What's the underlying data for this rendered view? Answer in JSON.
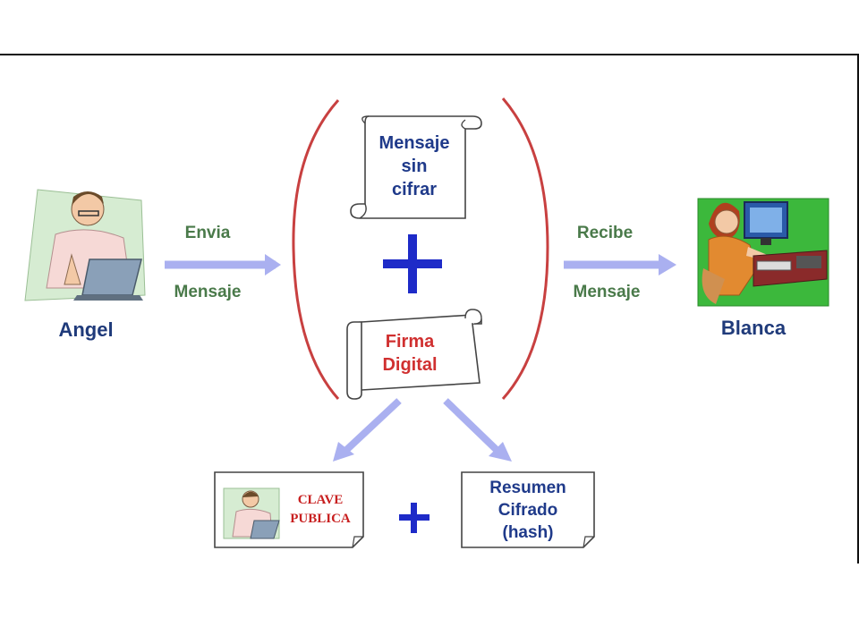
{
  "sender": {
    "name": "Angel"
  },
  "receiver": {
    "name": "Blanca"
  },
  "send_arrow": {
    "top": "Envia",
    "bottom": "Mensaje"
  },
  "receive_arrow": {
    "top": "Recibe",
    "bottom": "Mensaje"
  },
  "message_scroll": {
    "line1": "Mensaje",
    "line2": "sin",
    "line3": "cifrar"
  },
  "signature_scroll": {
    "line1": "Firma",
    "line2": "Digital"
  },
  "public_key_card": {
    "line1": "CLAVE",
    "line2": "PUBLICA"
  },
  "hash_card": {
    "line1": "Resumen",
    "line2": "Cifrado",
    "line3": "(hash)"
  },
  "colors": {
    "label_green": "#4a7a4a",
    "name_blue": "#1f3a7a",
    "scroll_text_blue": "#1f3a8a",
    "signature_red": "#d03030",
    "bracket_red": "#c84040",
    "plus_blue": "#1e2bc8",
    "arrow_lavender": "#aab0f0",
    "key_red": "#c82020"
  }
}
